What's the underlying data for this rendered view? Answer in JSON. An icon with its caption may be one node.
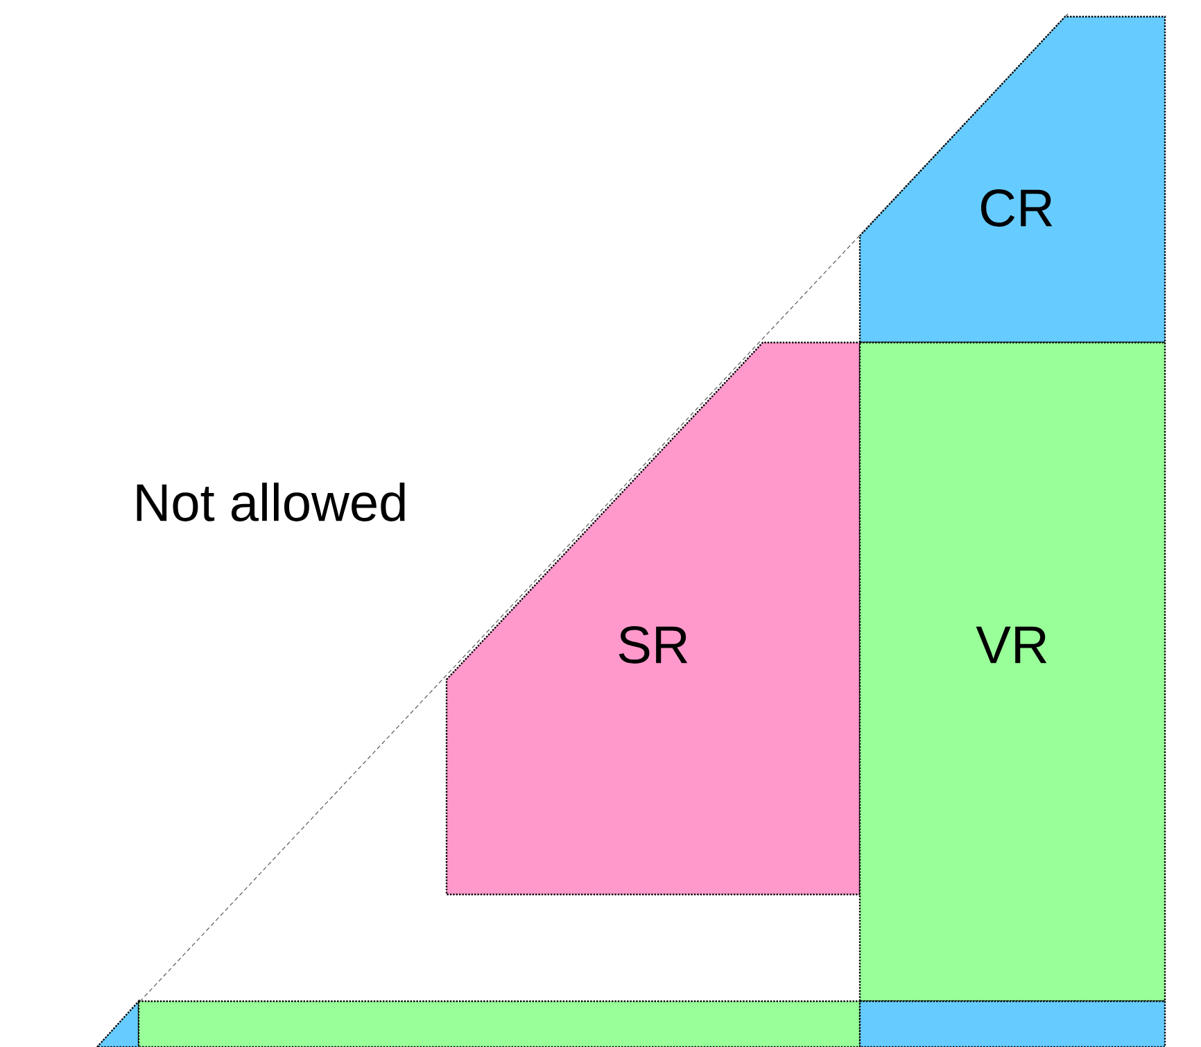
{
  "diagram": {
    "nodes": [
      {
        "text": [
          "CR"
        ]
      },
      {
        "text": [
          "SR"
        ]
      },
      {
        "text": [
          "VR"
        ]
      },
      {
        "text": [],
        "shape": "box"
      },
      {
        "text": [],
        "shape": "box"
      },
      {
        "text": [],
        "shape": "box"
      }
    ],
    "labels": [
      "Not allowed"
    ]
  }
}
